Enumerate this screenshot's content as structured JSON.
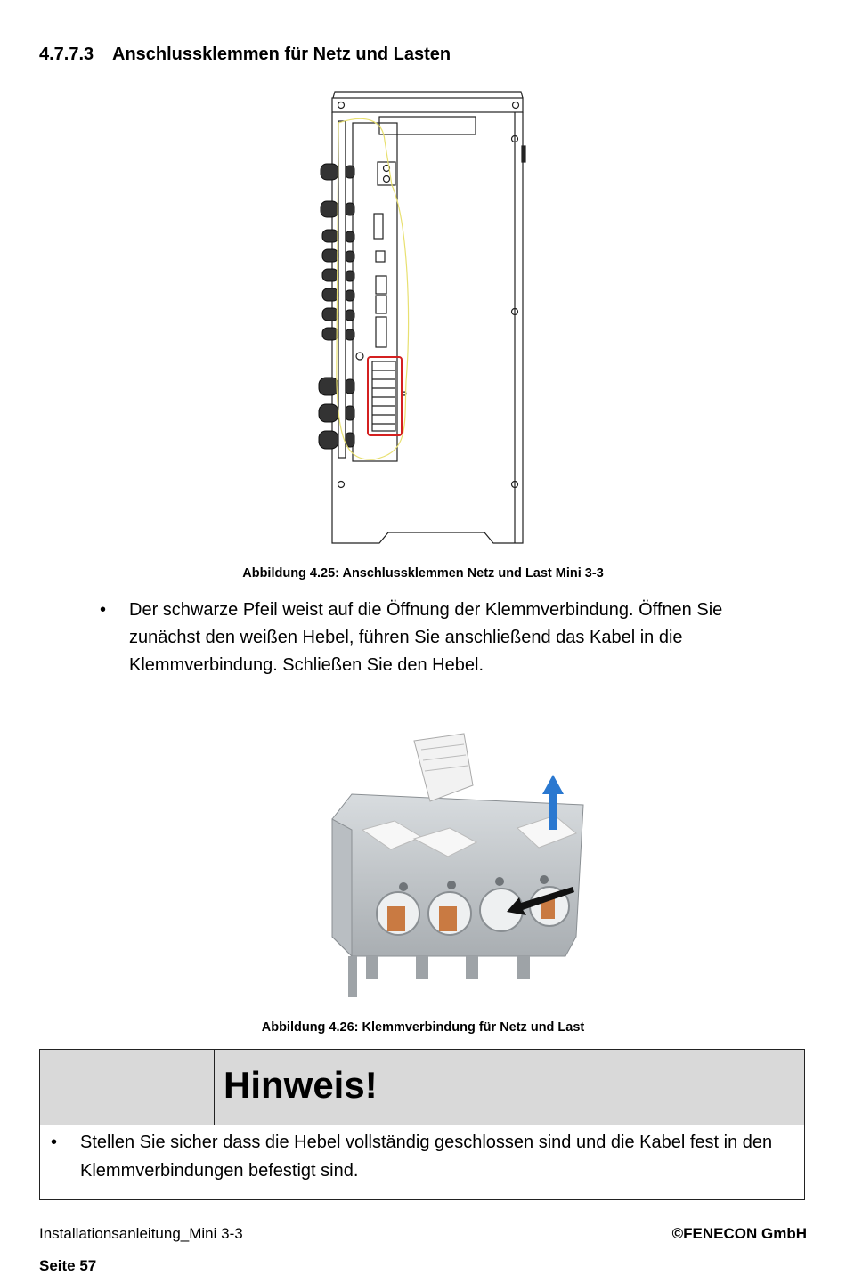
{
  "section": {
    "number": "4.7.7.3",
    "title": "Anschlussklemmen für Netz und Lasten"
  },
  "figure1": {
    "caption": "Abbildung 4.25: Anschlussklemmen Netz und Last Mini 3-3"
  },
  "bullet1": {
    "text": "Der schwarze Pfeil weist auf die Öffnung der Klemmverbindung. Öffnen Sie zunächst den weißen Hebel, führen Sie anschließend das Kabel in die Klemmverbindung. Schließen Sie den Hebel."
  },
  "figure2": {
    "caption": "Abbildung 4.26: Klemmverbindung für Netz und Last"
  },
  "note": {
    "title": "Hinweis!",
    "bullet": "Stellen Sie sicher dass die Hebel vollständig geschlossen sind und die Kabel fest in den Klemmverbindungen befestigt sind."
  },
  "footer": {
    "left": "Installationsanleitung_Mini 3-3",
    "right": "©FENECON GmbH",
    "page": "Seite 57"
  },
  "colors": {
    "highlight_box": "#d42020",
    "outline_yellow": "#e8e070",
    "arrow_blue": "#2a78d0",
    "note_header_bg": "#d9d9d9"
  }
}
